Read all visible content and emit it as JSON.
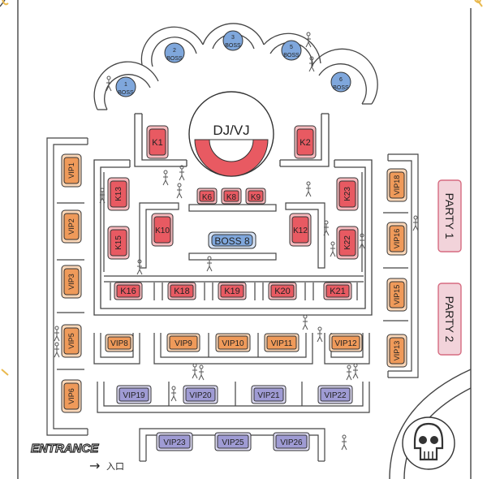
{
  "colors": {
    "red": "#e85a62",
    "red_light": "#f7b9bd",
    "orange": "#ef9a5a",
    "orange_light": "#fbd7b8",
    "purple": "#9f9bd4",
    "purple_light": "#dcdaf3",
    "blue": "#7fa7dc",
    "blue_light": "#d7e4f7",
    "pink": "#f2d3da",
    "pink_border": "#d66b80",
    "wall": "#444444",
    "gold": "#e9b94d"
  },
  "stage_label": "DJ/VJ",
  "party_rooms": [
    "PARTY 1",
    "PARTY 2"
  ],
  "boss_booths": [
    "1\nBOSS",
    "2\nBOSS",
    "3\nBOSS",
    "5\nBOSS",
    "6\nBOSS"
  ],
  "center_boss": "BOSS 8",
  "k_tables": {
    "k1": "K1",
    "k2": "K2",
    "k6": "K6",
    "k8": "K8",
    "k9": "K9",
    "k10": "K10",
    "k12": "K12",
    "k13": "K13",
    "k15": "K15",
    "k16": "K16",
    "k18": "K18",
    "k19": "K19",
    "k20": "K20",
    "k21": "K21",
    "k22": "K22",
    "k23": "K23"
  },
  "vip_tables": {
    "vip1": "VIP1",
    "vip2": "VIP2",
    "vip3": "VIP3",
    "vip5": "VIP5",
    "vip6": "VIP6",
    "vip8": "VIP8",
    "vip9": "VIP9",
    "vip10": "VIP10",
    "vip11": "VIP11",
    "vip12": "VIP12",
    "vip13": "VIP13",
    "vip15": "VIP15",
    "vip16": "VIP16",
    "vip18": "VIP18",
    "vip19": "VIP19",
    "vip20": "VIP20",
    "vip21": "VIP21",
    "vip22": "VIP22",
    "vip23": "VIP23",
    "vip25": "VIP25",
    "vip26": "VIP26"
  },
  "entrance": {
    "title": "ENTRANCE",
    "arrow": "→",
    "sub": "入口"
  },
  "icons": [
    "skull-icon",
    "person-icon",
    "arrow-right-icon"
  ]
}
